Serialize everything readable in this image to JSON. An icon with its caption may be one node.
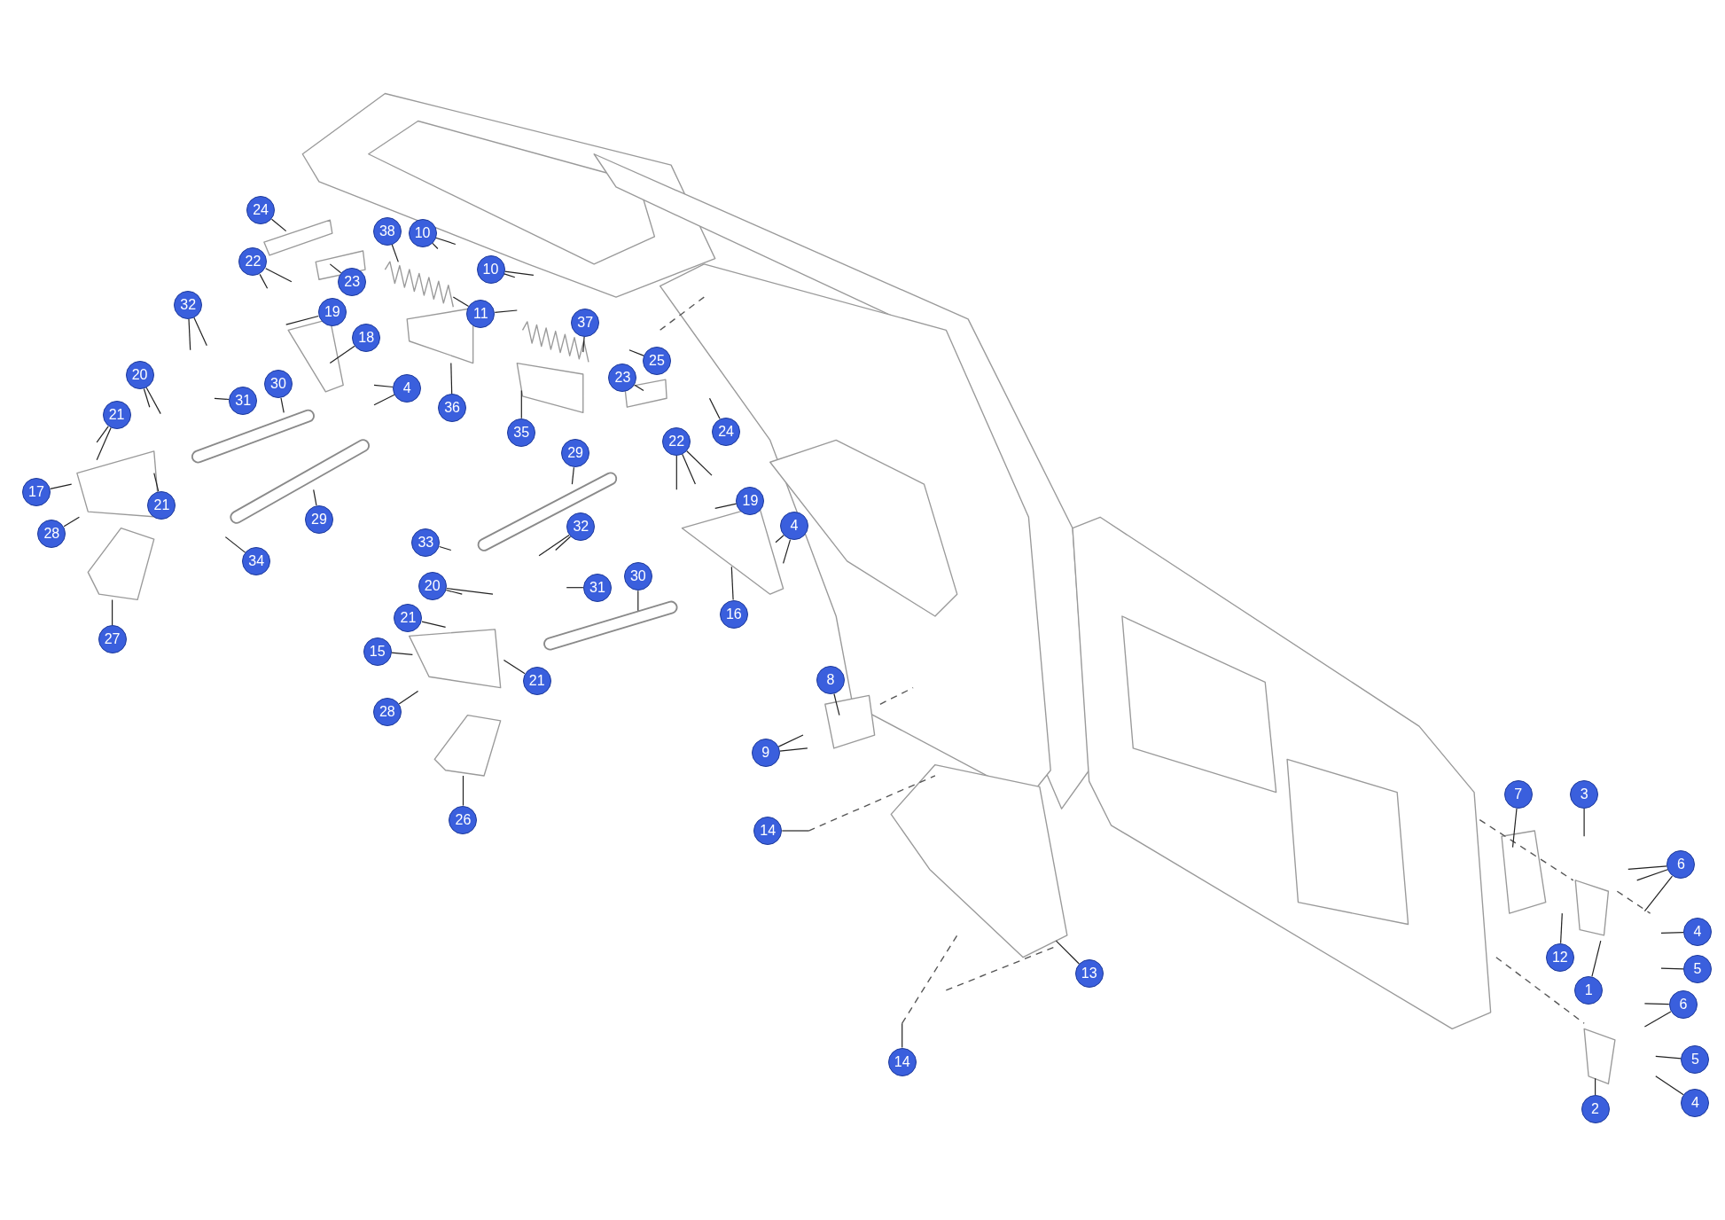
{
  "diagram": {
    "nodes": [
      {
        "text": [
          "24"
        ]
      },
      {
        "text": [
          "38"
        ]
      },
      {
        "text": [
          "10"
        ]
      },
      {
        "text": [
          "22"
        ]
      },
      {
        "text": [
          "23"
        ]
      },
      {
        "text": [
          "10"
        ]
      },
      {
        "text": [
          "32"
        ]
      },
      {
        "text": [
          "19"
        ]
      },
      {
        "text": [
          "11"
        ]
      },
      {
        "text": [
          "37"
        ]
      },
      {
        "text": [
          "18"
        ]
      },
      {
        "text": [
          "25"
        ]
      },
      {
        "text": [
          "20"
        ]
      },
      {
        "text": [
          "23"
        ]
      },
      {
        "text": [
          "4"
        ]
      },
      {
        "text": [
          "30"
        ]
      },
      {
        "text": [
          "31"
        ]
      },
      {
        "text": [
          "36"
        ]
      },
      {
        "text": [
          "21"
        ]
      },
      {
        "text": [
          "35"
        ]
      },
      {
        "text": [
          "24"
        ]
      },
      {
        "text": [
          "22"
        ]
      },
      {
        "text": [
          "29"
        ]
      },
      {
        "text": [
          "17"
        ]
      },
      {
        "text": [
          "21"
        ]
      },
      {
        "text": [
          "19"
        ]
      },
      {
        "text": [
          "29"
        ]
      },
      {
        "text": [
          "28"
        ]
      },
      {
        "text": [
          "4"
        ]
      },
      {
        "text": [
          "32"
        ]
      },
      {
        "text": [
          "33"
        ]
      },
      {
        "text": [
          "34"
        ]
      },
      {
        "text": [
          "31"
        ]
      },
      {
        "text": [
          "30"
        ]
      },
      {
        "text": [
          "20"
        ]
      },
      {
        "text": [
          "16"
        ]
      },
      {
        "text": [
          "21"
        ]
      },
      {
        "text": [
          "27"
        ]
      },
      {
        "text": [
          "15"
        ]
      },
      {
        "text": [
          "21"
        ]
      },
      {
        "text": [
          "8"
        ]
      },
      {
        "text": [
          "28"
        ]
      },
      {
        "text": [
          "9"
        ]
      },
      {
        "text": [
          "7"
        ]
      },
      {
        "text": [
          "3"
        ]
      },
      {
        "text": [
          "26"
        ]
      },
      {
        "text": [
          "14"
        ]
      },
      {
        "text": [
          "6"
        ]
      },
      {
        "text": [
          "4"
        ]
      },
      {
        "text": [
          "12"
        ]
      },
      {
        "text": [
          "5"
        ]
      },
      {
        "text": [
          "13"
        ]
      },
      {
        "text": [
          "1"
        ]
      },
      {
        "text": [
          "6"
        ]
      },
      {
        "text": [
          "14"
        ]
      },
      {
        "text": [
          "5"
        ]
      },
      {
        "text": [
          "4"
        ]
      },
      {
        "text": [
          "2"
        ]
      }
    ],
    "edges": [
      {
        "from": 0,
        "to": null,
        "arrow": "none"
      },
      {
        "from": 1,
        "to": null,
        "arrow": "none"
      },
      {
        "from": 2,
        "to": null,
        "arrow": "none"
      },
      {
        "from": 2,
        "to": null,
        "arrow": "none"
      },
      {
        "from": 3,
        "to": null,
        "arrow": "none"
      },
      {
        "from": 3,
        "to": null,
        "arrow": "none"
      },
      {
        "from": 4,
        "to": null,
        "arrow": "none"
      },
      {
        "from": 5,
        "to": null,
        "arrow": "none"
      },
      {
        "from": 5,
        "to": null,
        "arrow": "none"
      },
      {
        "from": 6,
        "to": null,
        "arrow": "none"
      },
      {
        "from": 6,
        "to": null,
        "arrow": "none"
      },
      {
        "from": 7,
        "to": null,
        "arrow": "none"
      },
      {
        "from": 8,
        "to": null,
        "arrow": "none"
      },
      {
        "from": 8,
        "to": null,
        "arrow": "none"
      },
      {
        "from": 9,
        "to": null,
        "arrow": "none"
      },
      {
        "from": 10,
        "to": null,
        "arrow": "none"
      },
      {
        "from": 11,
        "to": null,
        "arrow": "none"
      },
      {
        "from": 12,
        "to": null,
        "arrow": "none"
      },
      {
        "from": 12,
        "to": null,
        "arrow": "none"
      },
      {
        "from": 13,
        "to": null,
        "arrow": "none"
      },
      {
        "from": 14,
        "to": null,
        "arrow": "none"
      },
      {
        "from": 14,
        "to": null,
        "arrow": "none"
      },
      {
        "from": 15,
        "to": null,
        "arrow": "none"
      },
      {
        "from": 16,
        "to": null,
        "arrow": "none"
      },
      {
        "from": 17,
        "to": null,
        "arrow": "none"
      },
      {
        "from": 18,
        "to": null,
        "arrow": "none"
      },
      {
        "from": 18,
        "to": null,
        "arrow": "none"
      },
      {
        "from": 19,
        "to": null,
        "arrow": "none"
      },
      {
        "from": 20,
        "to": null,
        "arrow": "none"
      },
      {
        "from": 21,
        "to": null,
        "arrow": "none"
      },
      {
        "from": 21,
        "to": null,
        "arrow": "none"
      },
      {
        "from": 21,
        "to": null,
        "arrow": "none"
      },
      {
        "from": 22,
        "to": null,
        "arrow": "none"
      },
      {
        "from": 23,
        "to": null,
        "arrow": "none"
      },
      {
        "from": 24,
        "to": null,
        "arrow": "none"
      },
      {
        "from": 25,
        "to": null,
        "arrow": "none"
      },
      {
        "from": 26,
        "to": null,
        "arrow": "none"
      },
      {
        "from": 27,
        "to": null,
        "arrow": "none"
      },
      {
        "from": 28,
        "to": null,
        "arrow": "none"
      },
      {
        "from": 28,
        "to": null,
        "arrow": "none"
      },
      {
        "from": 29,
        "to": null,
        "arrow": "none"
      },
      {
        "from": 29,
        "to": null,
        "arrow": "none"
      },
      {
        "from": 30,
        "to": null,
        "arrow": "none"
      },
      {
        "from": 31,
        "to": null,
        "arrow": "none"
      },
      {
        "from": 32,
        "to": null,
        "arrow": "none"
      },
      {
        "from": 33,
        "to": null,
        "arrow": "none"
      },
      {
        "from": 34,
        "to": null,
        "arrow": "none"
      },
      {
        "from": 34,
        "to": null,
        "arrow": "none"
      },
      {
        "from": 35,
        "to": null,
        "arrow": "none"
      },
      {
        "from": 36,
        "to": null,
        "arrow": "none"
      },
      {
        "from": 37,
        "to": null,
        "arrow": "none"
      },
      {
        "from": 38,
        "to": null,
        "arrow": "none"
      },
      {
        "from": 39,
        "to": null,
        "arrow": "none"
      },
      {
        "from": 40,
        "to": null,
        "arrow": "none"
      },
      {
        "from": 41,
        "to": null,
        "arrow": "none"
      },
      {
        "from": 42,
        "to": null,
        "arrow": "none"
      },
      {
        "from": 42,
        "to": null,
        "arrow": "none"
      },
      {
        "from": 43,
        "to": null,
        "arrow": "none"
      },
      {
        "from": 44,
        "to": null,
        "arrow": "none"
      },
      {
        "from": 45,
        "to": null,
        "arrow": "none"
      },
      {
        "from": 46,
        "to": null,
        "arrow": "none"
      },
      {
        "from": 47,
        "to": null,
        "arrow": "none"
      },
      {
        "from": 47,
        "to": null,
        "arrow": "none"
      },
      {
        "from": 47,
        "to": null,
        "arrow": "none"
      },
      {
        "from": 48,
        "to": null,
        "arrow": "none"
      },
      {
        "from": 49,
        "to": null,
        "arrow": "none"
      },
      {
        "from": 50,
        "to": null,
        "arrow": "none"
      },
      {
        "from": 51,
        "to": null,
        "arrow": "none"
      },
      {
        "from": 52,
        "to": null,
        "arrow": "none"
      },
      {
        "from": 53,
        "to": null,
        "arrow": "none"
      },
      {
        "from": 53,
        "to": null,
        "arrow": "none"
      },
      {
        "from": 54,
        "to": null,
        "arrow": "none"
      },
      {
        "from": 55,
        "to": null,
        "arrow": "none"
      },
      {
        "from": 56,
        "to": null,
        "arrow": "none"
      },
      {
        "from": 57,
        "to": null,
        "arrow": "none"
      }
    ]
  }
}
